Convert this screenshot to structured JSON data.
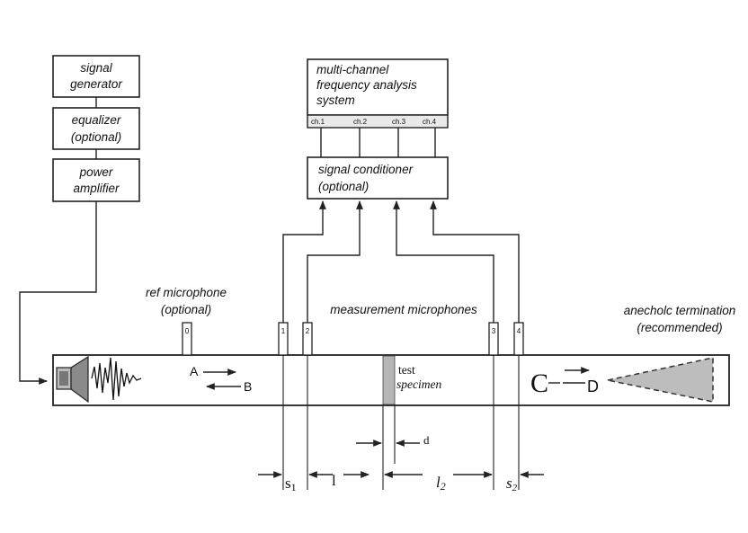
{
  "instruments": {
    "signal_generator": [
      "signal",
      "generator"
    ],
    "equalizer": [
      "equalizer",
      "(optional)"
    ],
    "power_amplifier": [
      "power",
      "amplifier"
    ],
    "analyzer": [
      "multi-channel",
      "frequency analysis",
      "system"
    ],
    "analyzer_channels": [
      "ch.1",
      "ch.2",
      "ch.3",
      "ch.4"
    ],
    "conditioner": [
      "signal conditioner",
      "(optional)"
    ]
  },
  "labels": {
    "ref_microphone": [
      "ref  microphone",
      "(optional)"
    ],
    "measurement_microphones": "measurement microphones",
    "termination": [
      "anecholc termination",
      "(recommended)"
    ],
    "test_specimen": [
      "test",
      "specimen"
    ]
  },
  "microphones": [
    "0",
    "1",
    "2",
    "3",
    "4"
  ],
  "waves": {
    "a": "A",
    "b": "B",
    "c": "C",
    "d": "D"
  },
  "dimensions": {
    "s1": "s",
    "s1_sub": "1",
    "l1": "l",
    "l2": "l",
    "l2_sub": "2",
    "s2": "s",
    "s2_sub": "2",
    "d": "d"
  }
}
